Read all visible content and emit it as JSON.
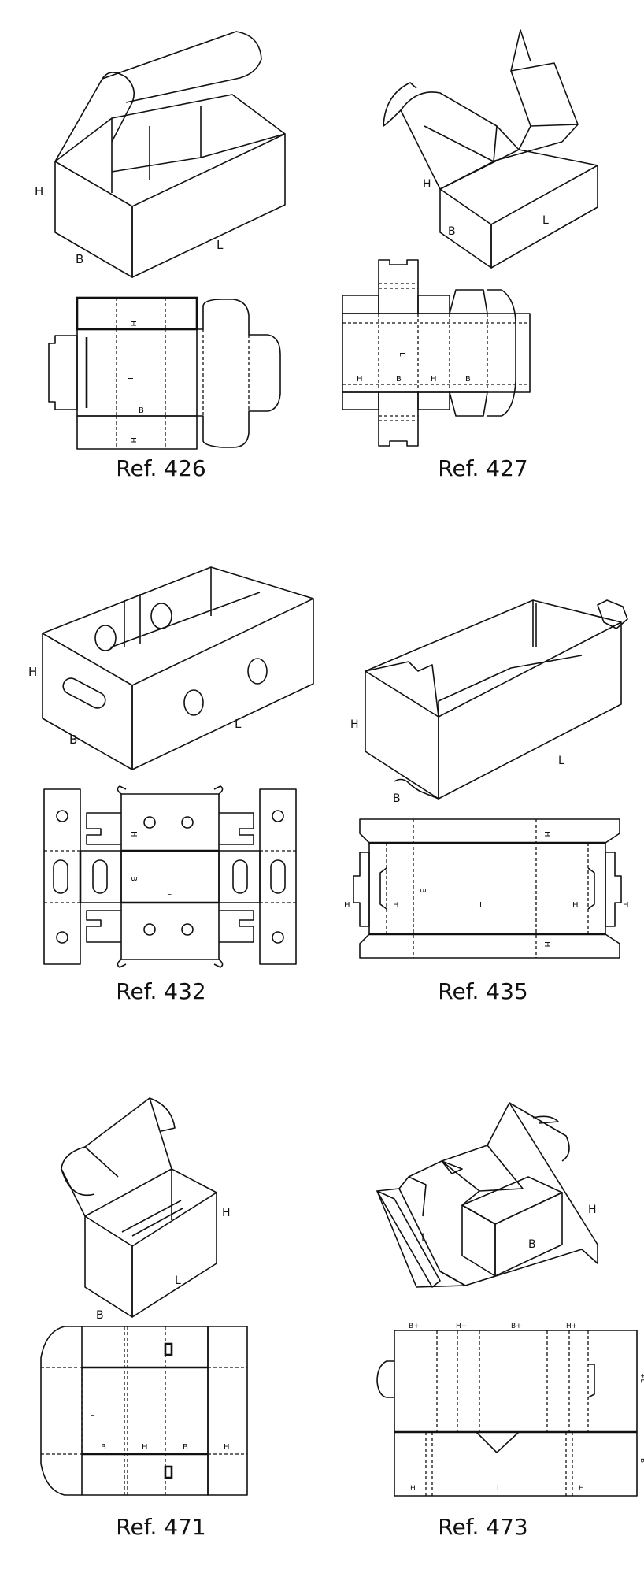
{
  "catalog": [
    {
      "ref": "Ref. 426",
      "iso_labels": [
        "H",
        "B",
        "L"
      ],
      "net_labels": [
        "H",
        "L",
        "B",
        "H"
      ]
    },
    {
      "ref": "Ref. 427",
      "iso_labels": [
        "H",
        "B",
        "L"
      ],
      "net_labels": [
        "L",
        "H",
        "B",
        "H",
        "B"
      ]
    },
    {
      "ref": "Ref. 432",
      "iso_labels": [
        "H",
        "B",
        "L"
      ],
      "net_labels": [
        "H",
        "B",
        "L"
      ]
    },
    {
      "ref": "Ref. 435",
      "iso_labels": [
        "H",
        "B",
        "L"
      ],
      "net_labels": [
        "H",
        "B",
        "H",
        "H",
        "L",
        "H",
        "H",
        "H"
      ]
    },
    {
      "ref": "Ref. 471",
      "iso_labels": [
        "H",
        "B",
        "L"
      ],
      "net_labels": [
        "L",
        "B",
        "H",
        "B",
        "H"
      ]
    },
    {
      "ref": "Ref. 473",
      "iso_labels": [
        "L",
        "B",
        "H"
      ],
      "net_labels": [
        "B+",
        "H+",
        "B+",
        "H+",
        "+L",
        "B",
        "H",
        "L",
        "H"
      ]
    }
  ]
}
